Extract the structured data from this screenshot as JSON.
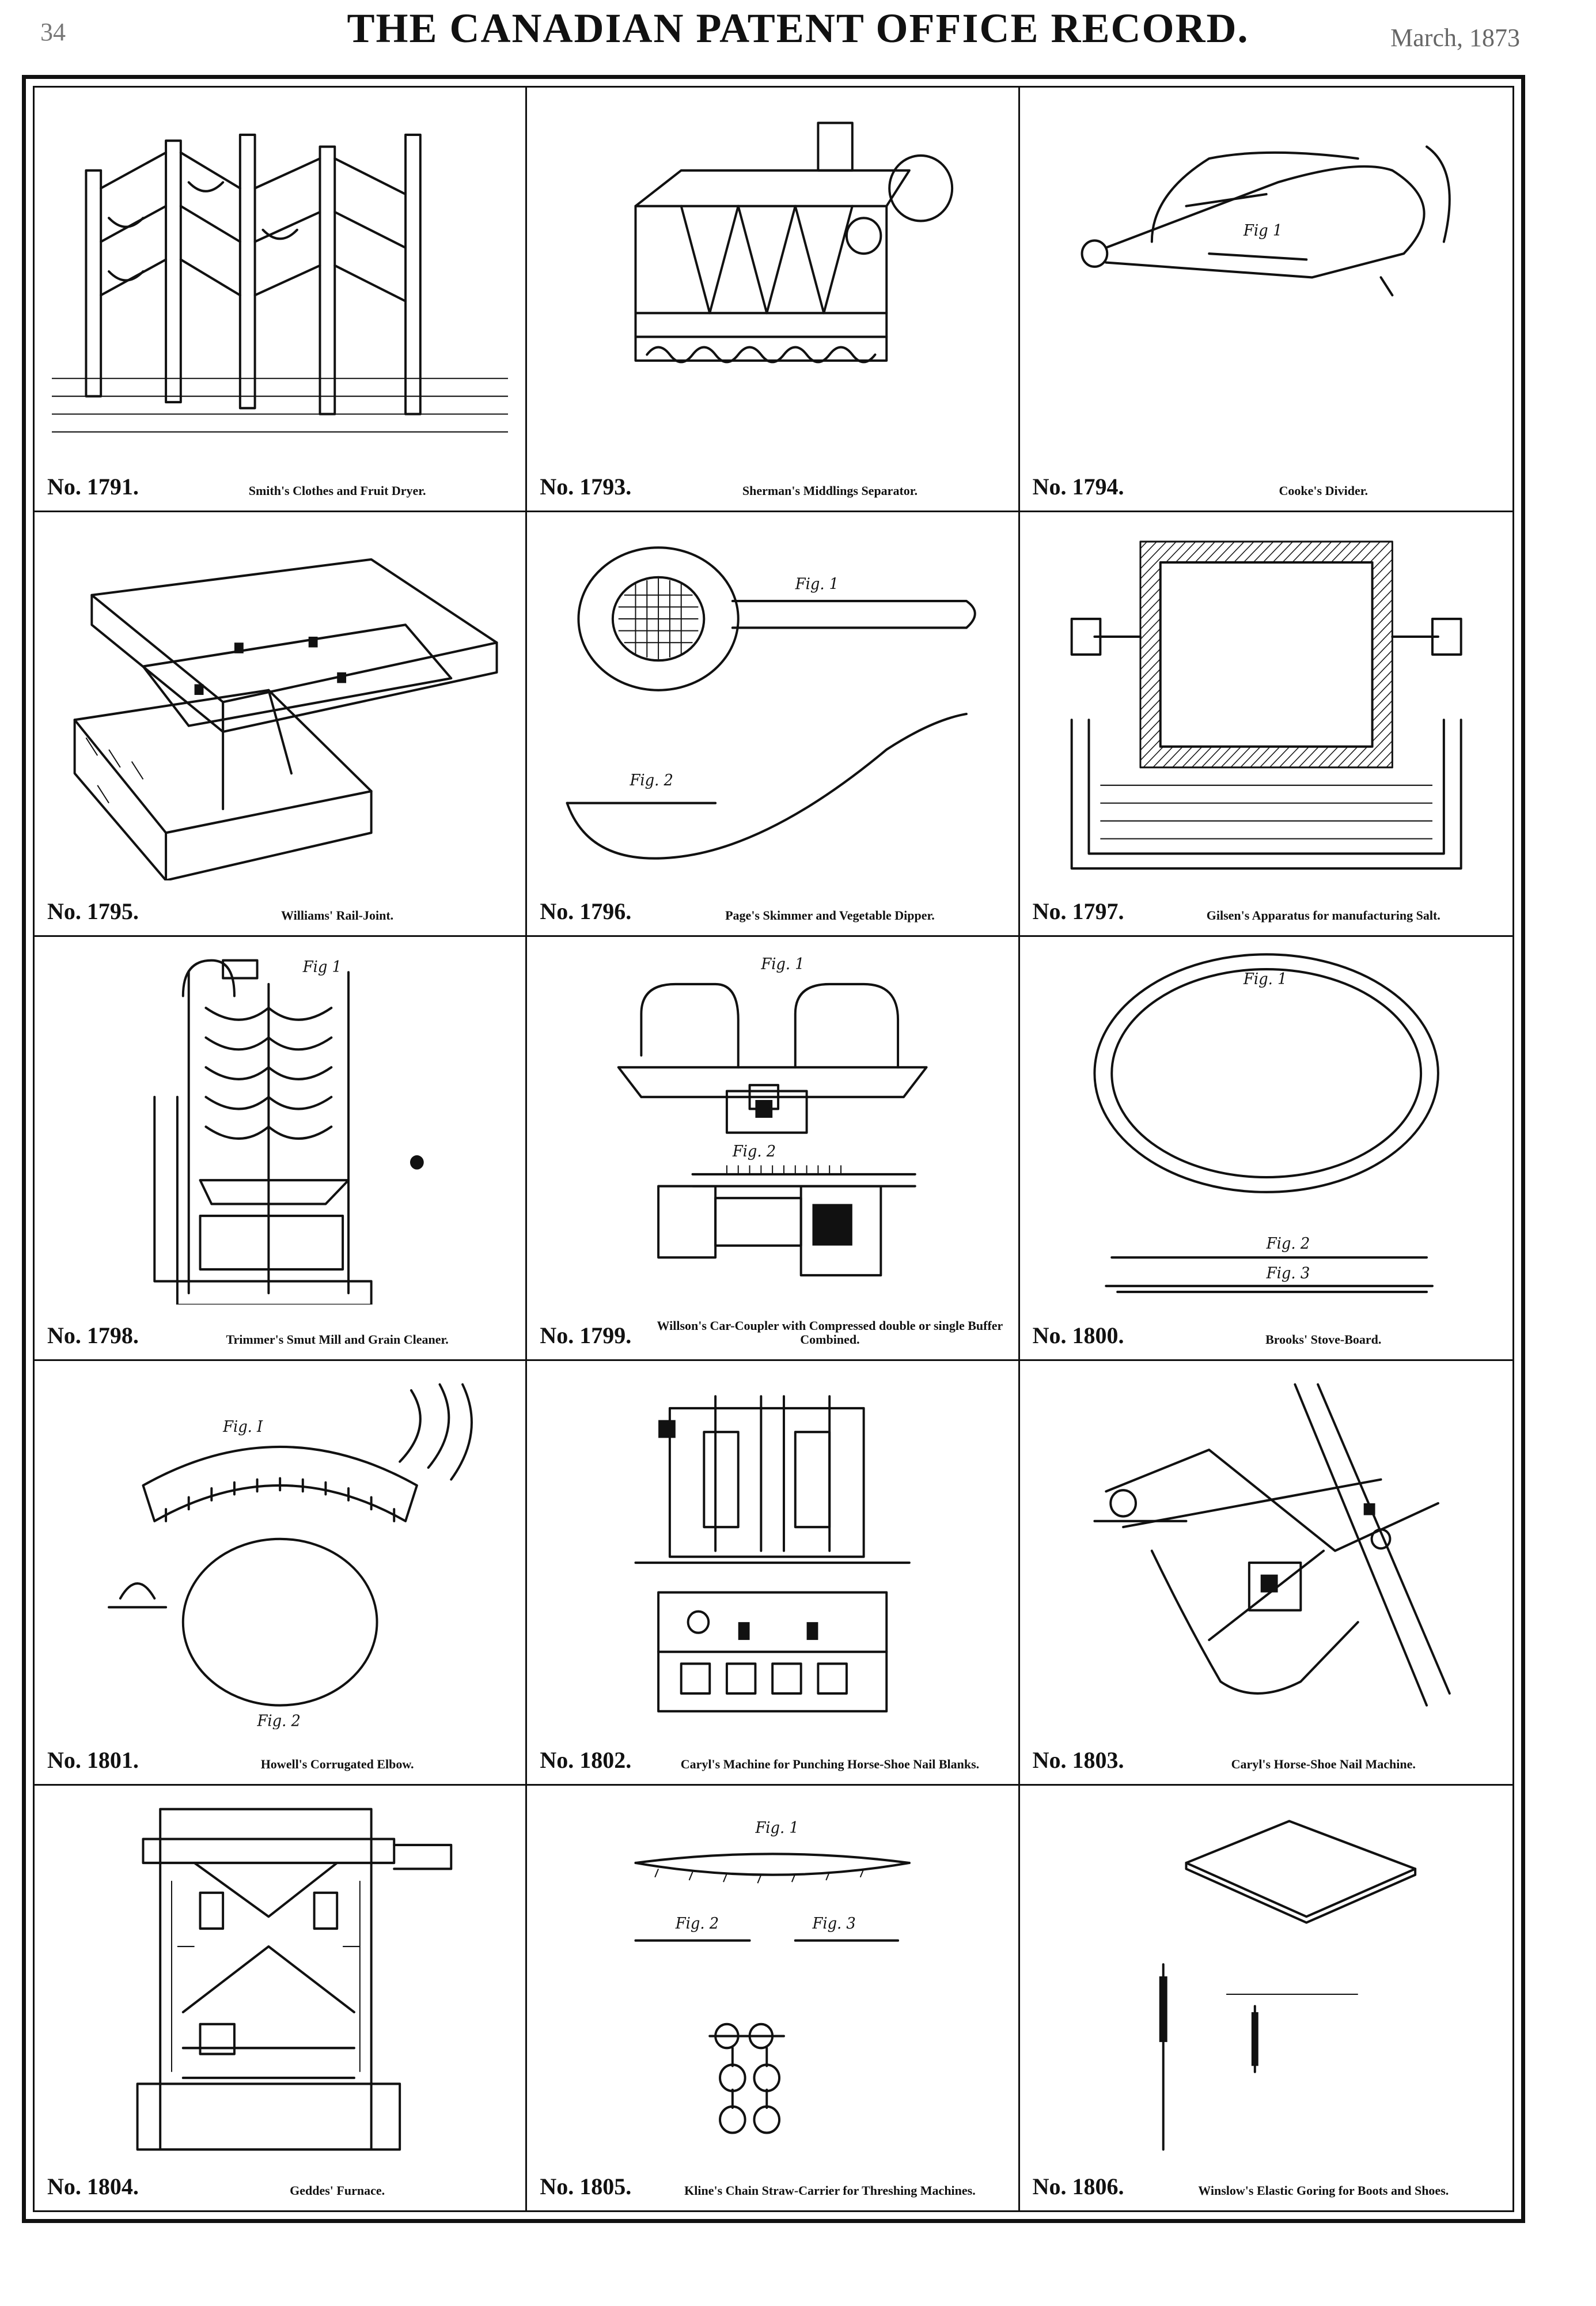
{
  "header": {
    "page_number": "34",
    "title": "THE CANADIAN PATENT OFFICE RECORD.",
    "date": "March, 1873"
  },
  "patents": [
    {
      "number": "No. 1791.",
      "title": "Smith's Clothes and Fruit Dryer."
    },
    {
      "number": "No. 1793.",
      "title": "Sherman's Middlings Separator."
    },
    {
      "number": "No. 1794.",
      "title": "Cooke's Divider."
    },
    {
      "number": "No. 1795.",
      "title": "Williams' Rail-Joint."
    },
    {
      "number": "No. 1796.",
      "title": "Page's Skimmer and Vegetable Dipper."
    },
    {
      "number": "No. 1797.",
      "title": "Gilsen's Apparatus for manufacturing Salt."
    },
    {
      "number": "No. 1798.",
      "title": "Trimmer's Smut Mill and Grain Cleaner."
    },
    {
      "number": "No. 1799.",
      "title": "Willson's Car-Coupler with Compressed double or single Buffer Combined."
    },
    {
      "number": "No. 1800.",
      "title": "Brooks' Stove-Board."
    },
    {
      "number": "No. 1801.",
      "title": "Howell's Corrugated Elbow."
    },
    {
      "number": "No. 1802.",
      "title": "Caryl's Machine for Punching Horse-Shoe Nail Blanks."
    },
    {
      "number": "No. 1803.",
      "title": "Caryl's Horse-Shoe Nail Machine."
    },
    {
      "number": "No. 1804.",
      "title": "Geddes' Furnace."
    },
    {
      "number": "No. 1805.",
      "title": "Kline's Chain Straw-Carrier for Threshing Machines."
    },
    {
      "number": "No. 1806.",
      "title": "Winslow's Elastic Goring for Boots and Shoes."
    }
  ],
  "figure_labels": {
    "fig1": "Fig. 1",
    "fig2": "Fig. 2",
    "fig3": "Fig. 3",
    "fig_i": "Fig. I",
    "fig_2": "Fig. 2"
  }
}
